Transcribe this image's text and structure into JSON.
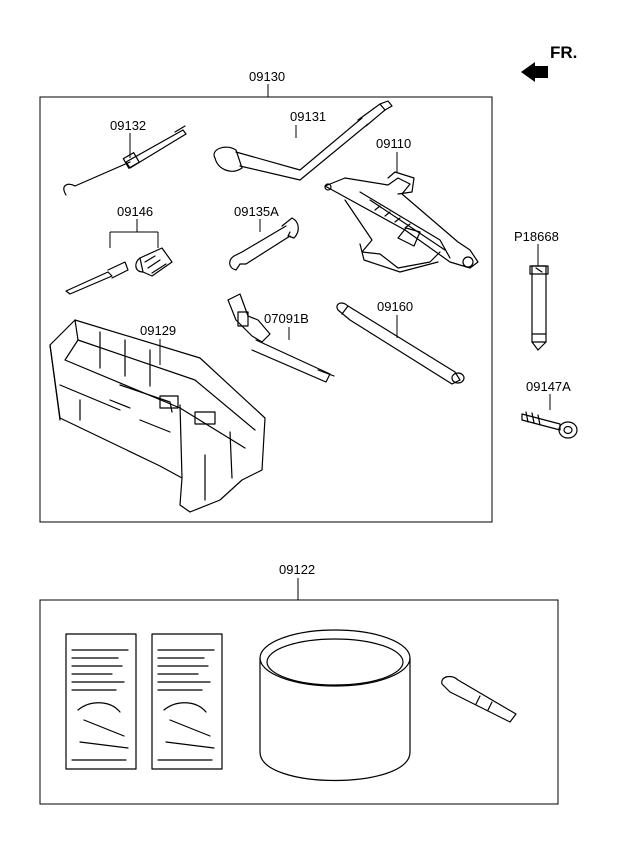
{
  "direction": {
    "label": "FR."
  },
  "groups": [
    {
      "ref": "09130"
    },
    {
      "ref": "09122"
    }
  ],
  "parts": {
    "p09132": "09132",
    "p09131": "09131",
    "p09110": "09110",
    "p09146": "09146",
    "p09135A": "09135A",
    "p09129": "09129",
    "p07091B": "07091B",
    "p09160": "09160",
    "pP18668": "P18668",
    "p09147A": "09147A"
  }
}
